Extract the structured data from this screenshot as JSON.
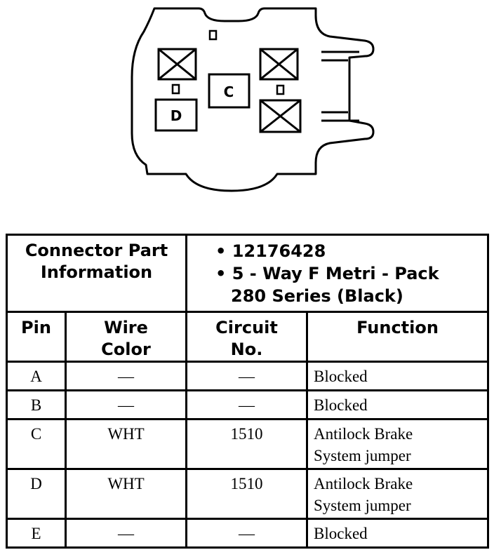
{
  "connector": {
    "cavity_labels": [
      "C",
      "D"
    ]
  },
  "table": {
    "part_info_label_lines": [
      "Connector Part",
      "Information"
    ],
    "part_info_values": [
      {
        "bullet": "•",
        "lines": [
          "12176428"
        ]
      },
      {
        "bullet": "•",
        "lines": [
          "5 - Way F Metri - Pack",
          "280 Series (Black)"
        ]
      }
    ],
    "columns": [
      {
        "lines": [
          "Pin"
        ]
      },
      {
        "lines": [
          "Wire",
          "Color"
        ]
      },
      {
        "lines": [
          "Circuit",
          "No."
        ]
      },
      {
        "lines": [
          "Function"
        ]
      }
    ],
    "rows": [
      {
        "pin": "A",
        "wire_color": "—",
        "circuit": "—",
        "function": [
          "Blocked"
        ]
      },
      {
        "pin": "B",
        "wire_color": "—",
        "circuit": "—",
        "function": [
          "Blocked"
        ]
      },
      {
        "pin": "C",
        "wire_color": "WHT",
        "circuit": "1510",
        "function": [
          "Antilock Brake",
          "System jumper"
        ]
      },
      {
        "pin": "D",
        "wire_color": "WHT",
        "circuit": "1510",
        "function": [
          "Antilock Brake",
          "System jumper"
        ]
      },
      {
        "pin": "E",
        "wire_color": "—",
        "circuit": "—",
        "function": [
          "Blocked"
        ]
      }
    ]
  }
}
